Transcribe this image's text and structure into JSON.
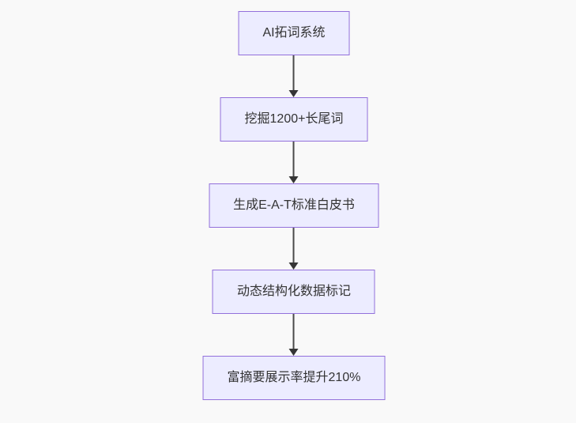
{
  "diagram": {
    "type": "flowchart",
    "direction": "top-down",
    "nodes": [
      {
        "id": "step-1",
        "label": "AI拓词系统"
      },
      {
        "id": "step-2",
        "label": "挖掘1200+长尾词"
      },
      {
        "id": "step-3",
        "label": "生成E-A-T标准白皮书"
      },
      {
        "id": "step-4",
        "label": "动态结构化数据标记"
      },
      {
        "id": "step-5",
        "label": "富摘要展示率提升210%"
      }
    ],
    "edges": [
      {
        "from": "step-1",
        "to": "step-2"
      },
      {
        "from": "step-2",
        "to": "step-3"
      },
      {
        "from": "step-3",
        "to": "step-4"
      },
      {
        "from": "step-4",
        "to": "step-5"
      }
    ],
    "colors": {
      "node_fill": "#ececff",
      "node_border": "#9370db",
      "text": "#333333",
      "arrow": "#353535",
      "background": "#f9f9f9"
    }
  }
}
